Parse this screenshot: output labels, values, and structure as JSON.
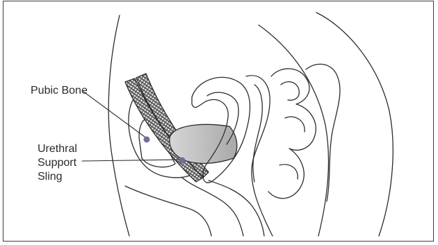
{
  "labels": {
    "pubic_bone": "Pubic Bone",
    "sling_line1": "Urethral",
    "sling_line2": "Support",
    "sling_line3": "Sling"
  },
  "colors": {
    "line": "#2b2b2b",
    "marker": "#7a6a9a",
    "bladder_fill": "#b9b9b9",
    "sling_fill": "#d9d9d9"
  }
}
